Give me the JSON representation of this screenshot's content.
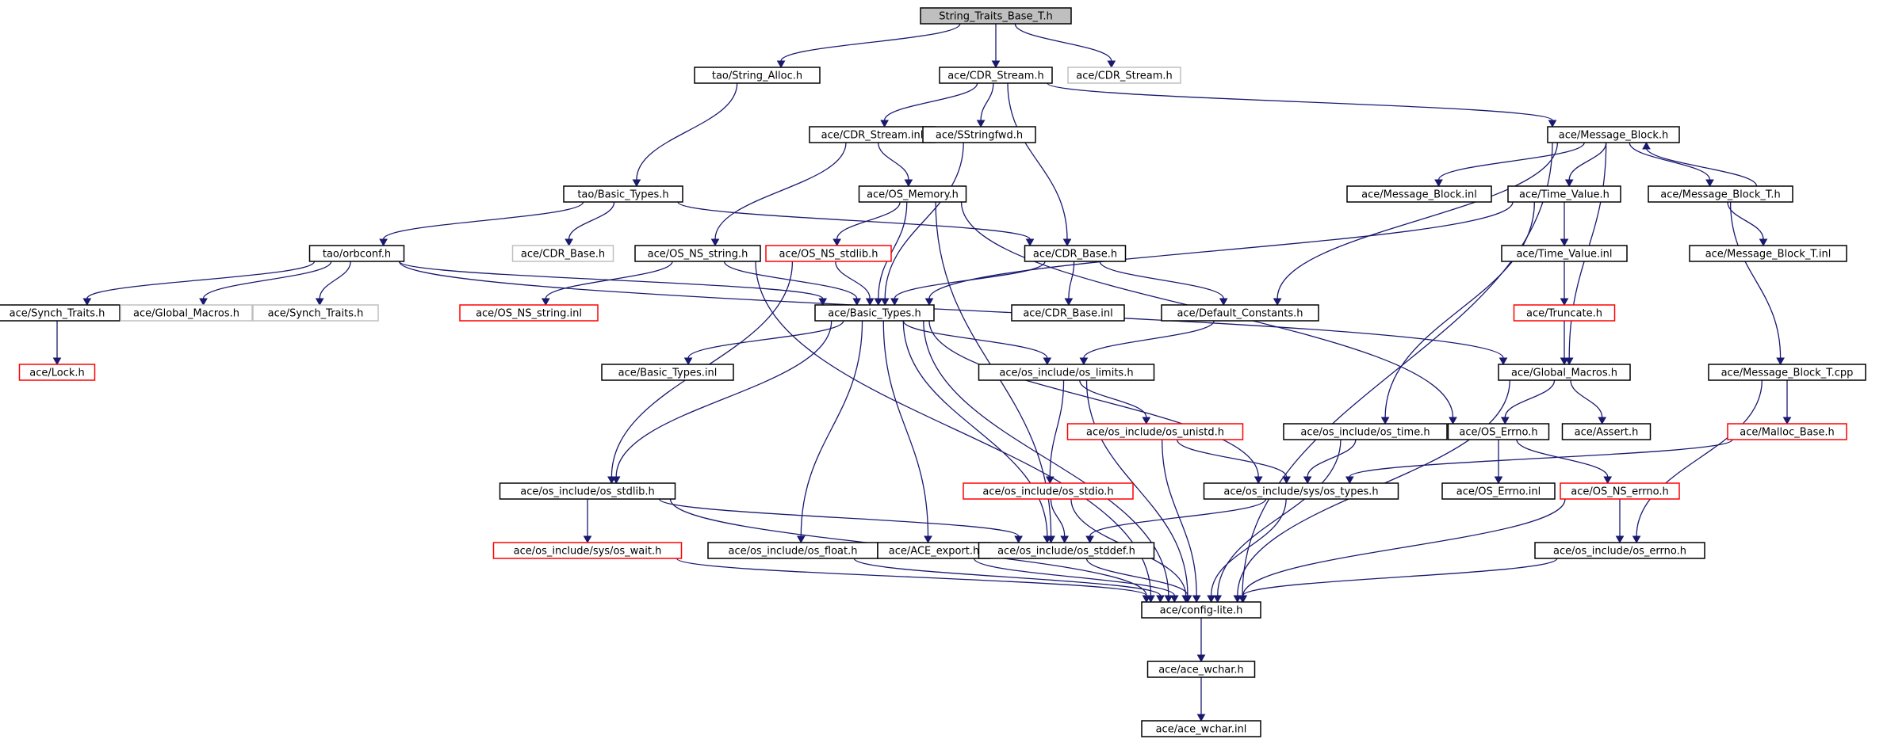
{
  "graph": {
    "colors": {
      "edge": "#191970",
      "normal_border": "#000000",
      "root_fill": "#bfbfbf",
      "missing_border": "#ff0000",
      "external_border": "#bfbfbf",
      "background": "#ffffff"
    },
    "nodes": [
      {
        "id": "root",
        "label": "String_Traits_Base_T.h",
        "kind": "root"
      },
      {
        "id": "tao_string_alloc",
        "label": "tao/String_Alloc.h",
        "kind": "normal"
      },
      {
        "id": "ace_cdr_stream",
        "label": "ace/CDR_Stream.h",
        "kind": "normal"
      },
      {
        "id": "ace_cdr_stream_ext",
        "label": "ace/CDR_Stream.h",
        "kind": "external"
      },
      {
        "id": "ace_cdr_stream_inl",
        "label": "ace/CDR_Stream.inl",
        "kind": "normal"
      },
      {
        "id": "ace_sstringfwd",
        "label": "ace/SStringfwd.h",
        "kind": "normal"
      },
      {
        "id": "ace_message_block",
        "label": "ace/Message_Block.h",
        "kind": "normal"
      },
      {
        "id": "tao_basic_types",
        "label": "tao/Basic_Types.h",
        "kind": "normal"
      },
      {
        "id": "ace_os_memory",
        "label": "ace/OS_Memory.h",
        "kind": "normal"
      },
      {
        "id": "ace_message_block_inl",
        "label": "ace/Message_Block.inl",
        "kind": "normal"
      },
      {
        "id": "ace_time_value",
        "label": "ace/Time_Value.h",
        "kind": "normal"
      },
      {
        "id": "ace_message_block_t",
        "label": "ace/Message_Block_T.h",
        "kind": "normal"
      },
      {
        "id": "tao_orbconf",
        "label": "tao/orbconf.h",
        "kind": "normal"
      },
      {
        "id": "ace_cdr_base_ext",
        "label": "ace/CDR_Base.h",
        "kind": "external"
      },
      {
        "id": "ace_os_ns_string",
        "label": "ace/OS_NS_string.h",
        "kind": "normal"
      },
      {
        "id": "ace_os_ns_stdlib",
        "label": "ace/OS_NS_stdlib.h",
        "kind": "missing"
      },
      {
        "id": "ace_cdr_base",
        "label": "ace/CDR_Base.h",
        "kind": "normal"
      },
      {
        "id": "ace_time_value_inl",
        "label": "ace/Time_Value.inl",
        "kind": "normal"
      },
      {
        "id": "ace_message_block_t_inl",
        "label": "ace/Message_Block_T.inl",
        "kind": "normal"
      },
      {
        "id": "ace_synch_traits",
        "label": "ace/Synch_Traits.h",
        "kind": "normal"
      },
      {
        "id": "ace_global_macros_ext",
        "label": "ace/Global_Macros.h",
        "kind": "external"
      },
      {
        "id": "ace_synch_traits_ext",
        "label": "ace/Synch_Traits.h",
        "kind": "external"
      },
      {
        "id": "ace_os_ns_string_inl",
        "label": "ace/OS_NS_string.inl",
        "kind": "missing"
      },
      {
        "id": "ace_basic_types",
        "label": "ace/Basic_Types.h",
        "kind": "normal"
      },
      {
        "id": "ace_cdr_base_inl",
        "label": "ace/CDR_Base.inl",
        "kind": "normal"
      },
      {
        "id": "ace_default_constants",
        "label": "ace/Default_Constants.h",
        "kind": "normal"
      },
      {
        "id": "ace_truncate",
        "label": "ace/Truncate.h",
        "kind": "missing"
      },
      {
        "id": "ace_lock",
        "label": "ace/Lock.h",
        "kind": "missing"
      },
      {
        "id": "ace_basic_types_inl",
        "label": "ace/Basic_Types.inl",
        "kind": "normal"
      },
      {
        "id": "ace_os_limits",
        "label": "ace/os_include/os_limits.h",
        "kind": "normal"
      },
      {
        "id": "ace_global_macros",
        "label": "ace/Global_Macros.h",
        "kind": "normal"
      },
      {
        "id": "ace_message_block_t_cpp",
        "label": "ace/Message_Block_T.cpp",
        "kind": "normal"
      },
      {
        "id": "ace_os_unistd",
        "label": "ace/os_include/os_unistd.h",
        "kind": "missing"
      },
      {
        "id": "ace_os_time",
        "label": "ace/os_include/os_time.h",
        "kind": "normal"
      },
      {
        "id": "ace_os_errno_h",
        "label": "ace/OS_Errno.h",
        "kind": "normal"
      },
      {
        "id": "ace_assert",
        "label": "ace/Assert.h",
        "kind": "normal"
      },
      {
        "id": "ace_malloc_base",
        "label": "ace/Malloc_Base.h",
        "kind": "missing"
      },
      {
        "id": "ace_os_stdlib",
        "label": "ace/os_include/os_stdlib.h",
        "kind": "normal"
      },
      {
        "id": "ace_os_stdio",
        "label": "ace/os_include/os_stdio.h",
        "kind": "missing"
      },
      {
        "id": "ace_sys_os_types",
        "label": "ace/os_include/sys/os_types.h",
        "kind": "normal"
      },
      {
        "id": "ace_os_errno_inl",
        "label": "ace/OS_Errno.inl",
        "kind": "normal"
      },
      {
        "id": "ace_os_ns_errno",
        "label": "ace/OS_NS_errno.h",
        "kind": "missing"
      },
      {
        "id": "ace_sys_os_wait",
        "label": "ace/os_include/sys/os_wait.h",
        "kind": "missing"
      },
      {
        "id": "ace_os_float",
        "label": "ace/os_include/os_float.h",
        "kind": "normal"
      },
      {
        "id": "ace_ace_export",
        "label": "ace/ACE_export.h",
        "kind": "normal"
      },
      {
        "id": "ace_os_stddef",
        "label": "ace/os_include/os_stddef.h",
        "kind": "normal"
      },
      {
        "id": "ace_os_errno",
        "label": "ace/os_include/os_errno.h",
        "kind": "normal"
      },
      {
        "id": "ace_config_lite",
        "label": "ace/config-lite.h",
        "kind": "normal"
      },
      {
        "id": "ace_ace_wchar",
        "label": "ace/ace_wchar.h",
        "kind": "normal"
      },
      {
        "id": "ace_ace_wchar_inl",
        "label": "ace/ace_wchar.inl",
        "kind": "normal"
      }
    ],
    "edges": [
      [
        "root",
        "tao_string_alloc"
      ],
      [
        "root",
        "ace_cdr_stream"
      ],
      [
        "root",
        "ace_cdr_stream_ext"
      ],
      [
        "tao_string_alloc",
        "tao_basic_types"
      ],
      [
        "ace_cdr_stream",
        "ace_cdr_stream_inl"
      ],
      [
        "ace_cdr_stream",
        "ace_sstringfwd"
      ],
      [
        "ace_cdr_stream",
        "ace_cdr_base"
      ],
      [
        "ace_cdr_stream",
        "ace_message_block"
      ],
      [
        "ace_cdr_stream_inl",
        "ace_os_memory"
      ],
      [
        "ace_cdr_stream_inl",
        "ace_os_ns_string"
      ],
      [
        "ace_sstringfwd",
        "ace_basic_types"
      ],
      [
        "ace_message_block",
        "ace_message_block_inl"
      ],
      [
        "ace_message_block",
        "ace_time_value"
      ],
      [
        "ace_message_block",
        "ace_message_block_t"
      ],
      [
        "ace_message_block",
        "ace_default_constants"
      ],
      [
        "ace_message_block",
        "ace_global_macros"
      ],
      [
        "ace_message_block",
        "ace_config_lite"
      ],
      [
        "ace_message_block_t",
        "ace_message_block"
      ],
      [
        "ace_message_block_t",
        "ace_message_block_t_inl"
      ],
      [
        "ace_message_block_t",
        "ace_message_block_t_cpp"
      ],
      [
        "tao_basic_types",
        "tao_orbconf"
      ],
      [
        "tao_basic_types",
        "ace_cdr_base_ext"
      ],
      [
        "tao_basic_types",
        "ace_cdr_base"
      ],
      [
        "ace_os_memory",
        "ace_os_ns_stdlib"
      ],
      [
        "ace_os_memory",
        "ace_basic_types"
      ],
      [
        "ace_os_memory",
        "ace_os_errno_h"
      ],
      [
        "ace_os_memory",
        "ace_os_stddef"
      ],
      [
        "ace_time_value",
        "ace_time_value_inl"
      ],
      [
        "ace_time_value",
        "ace_basic_types"
      ],
      [
        "ace_time_value",
        "ace_os_time"
      ],
      [
        "ace_time_value_inl",
        "ace_truncate"
      ],
      [
        "ace_truncate",
        "ace_global_macros"
      ],
      [
        "tao_orbconf",
        "ace_synch_traits"
      ],
      [
        "tao_orbconf",
        "ace_global_macros_ext"
      ],
      [
        "tao_orbconf",
        "ace_synch_traits_ext"
      ],
      [
        "tao_orbconf",
        "ace_basic_types"
      ],
      [
        "tao_orbconf",
        "ace_global_macros"
      ],
      [
        "ace_synch_traits",
        "ace_lock"
      ],
      [
        "ace_os_ns_string",
        "ace_os_ns_string_inl"
      ],
      [
        "ace_os_ns_string",
        "ace_basic_types"
      ],
      [
        "ace_os_ns_string",
        "ace_config_lite"
      ],
      [
        "ace_os_ns_stdlib",
        "ace_basic_types"
      ],
      [
        "ace_os_ns_stdlib",
        "ace_os_stdlib"
      ],
      [
        "ace_cdr_base",
        "ace_basic_types"
      ],
      [
        "ace_cdr_base",
        "ace_cdr_base_inl"
      ],
      [
        "ace_cdr_base",
        "ace_default_constants"
      ],
      [
        "ace_default_constants",
        "ace_os_limits"
      ],
      [
        "ace_basic_types",
        "ace_basic_types_inl"
      ],
      [
        "ace_basic_types",
        "ace_os_limits"
      ],
      [
        "ace_basic_types",
        "ace_sys_os_types"
      ],
      [
        "ace_basic_types",
        "ace_os_stdlib"
      ],
      [
        "ace_basic_types",
        "ace_os_float"
      ],
      [
        "ace_basic_types",
        "ace_ace_export"
      ],
      [
        "ace_basic_types",
        "ace_os_stddef"
      ],
      [
        "ace_basic_types",
        "ace_config_lite"
      ],
      [
        "ace_os_limits",
        "ace_os_unistd"
      ],
      [
        "ace_os_limits",
        "ace_os_stdio"
      ],
      [
        "ace_os_limits",
        "ace_config_lite"
      ],
      [
        "ace_os_unistd",
        "ace_sys_os_types"
      ],
      [
        "ace_os_unistd",
        "ace_config_lite"
      ],
      [
        "ace_os_time",
        "ace_sys_os_types"
      ],
      [
        "ace_os_time",
        "ace_config_lite"
      ],
      [
        "ace_global_macros",
        "ace_os_errno_h"
      ],
      [
        "ace_global_macros",
        "ace_assert"
      ],
      [
        "ace_global_macros",
        "ace_config_lite"
      ],
      [
        "ace_message_block_t_cpp",
        "ace_malloc_base"
      ],
      [
        "ace_message_block_t_cpp",
        "ace_os_errno"
      ],
      [
        "ace_malloc_base",
        "ace_sys_os_types"
      ],
      [
        "ace_os_errno_h",
        "ace_os_errno_inl"
      ],
      [
        "ace_os_errno_h",
        "ace_os_ns_errno"
      ],
      [
        "ace_os_ns_errno",
        "ace_os_errno"
      ],
      [
        "ace_os_ns_errno",
        "ace_config_lite"
      ],
      [
        "ace_os_stdlib",
        "ace_sys_os_wait"
      ],
      [
        "ace_os_stdlib",
        "ace_os_stddef"
      ],
      [
        "ace_os_stdlib",
        "ace_config_lite"
      ],
      [
        "ace_os_stdio",
        "ace_os_stddef"
      ],
      [
        "ace_os_stdio",
        "ace_config_lite"
      ],
      [
        "ace_sys_os_types",
        "ace_os_stddef"
      ],
      [
        "ace_sys_os_types",
        "ace_config_lite"
      ],
      [
        "ace_sys_os_wait",
        "ace_config_lite"
      ],
      [
        "ace_os_float",
        "ace_config_lite"
      ],
      [
        "ace_ace_export",
        "ace_config_lite"
      ],
      [
        "ace_os_stddef",
        "ace_config_lite"
      ],
      [
        "ace_os_errno",
        "ace_config_lite"
      ],
      [
        "ace_config_lite",
        "ace_ace_wchar"
      ],
      [
        "ace_ace_wchar",
        "ace_ace_wchar_inl"
      ]
    ]
  }
}
